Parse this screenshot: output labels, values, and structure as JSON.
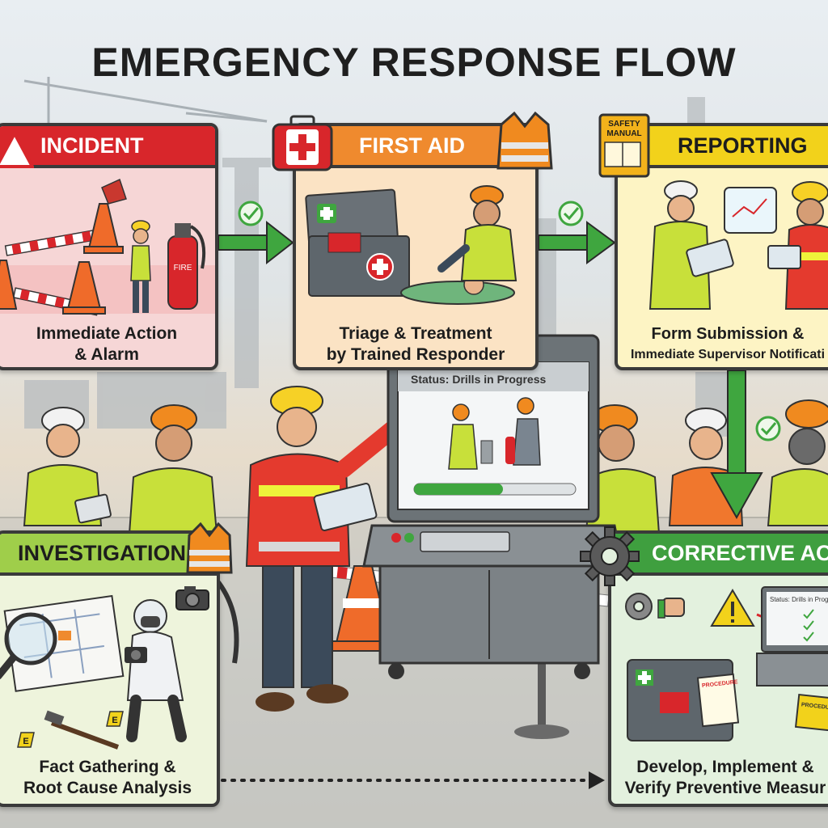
{
  "title": "EMERGENCY RESPONSE FLOW",
  "colors": {
    "incident": "#d8262b",
    "first_aid": "#ef8a2e",
    "reporting": "#f2d21b",
    "investigation": "#9fce4a",
    "corrective_action": "#3f9f3f",
    "arrow": "#3fa63f"
  },
  "steps": {
    "incident": {
      "header": "INCIDENT",
      "caption_line1": "Immediate Action",
      "caption_line2": "& Alarm",
      "extinguisher_label": "FIRE"
    },
    "first_aid": {
      "header": "FIRST AID",
      "caption_line1": "Triage & Treatment",
      "caption_line2": "by Trained Responder"
    },
    "reporting": {
      "header": "REPORTING",
      "caption_line1": "Form Submission &",
      "caption_line2": "Immediate Supervisor Notificati",
      "manual_label_line1": "SAFETY",
      "manual_label_line2": "MANUAL"
    },
    "investigation": {
      "header": "INVESTIGATION",
      "caption_line1": "Fact Gathering &",
      "caption_line2": "Root Cause Analysis",
      "evidence_marker_1": "E",
      "evidence_marker_2": "E"
    },
    "corrective_action": {
      "header": "CORRECTIVE ACTION",
      "caption_line1": "Develop, Implement &",
      "caption_line2": "Verify Preventive Measur",
      "mini_status": "Status: Drills in Progress",
      "procedure_label": "PROCEDURE"
    }
  },
  "monitor": {
    "status": "Status: Drills in Progress",
    "progress": 0.55
  },
  "icons": [
    "warning-icon",
    "first-aid-kit-icon",
    "safety-vest-icon",
    "safety-manual-icon",
    "check-circle-icon",
    "gear-icon",
    "camera-icon",
    "thumbs-up-icon",
    "magnifier-icon"
  ]
}
